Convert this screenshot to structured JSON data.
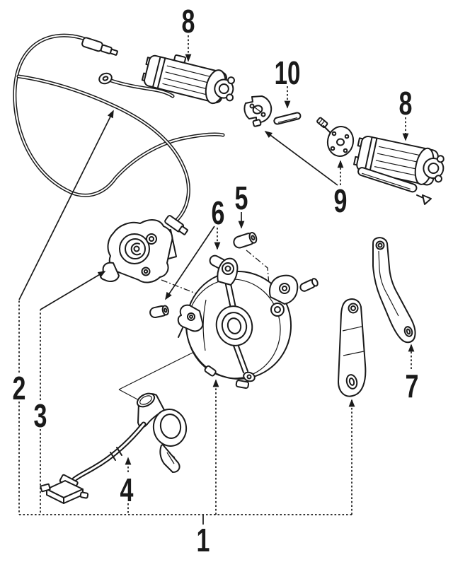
{
  "figure": {
    "type": "exploded-parts-line-diagram",
    "ink_color": "#1a1a1a",
    "background_color": "#ffffff",
    "callouts": {
      "c1": "1",
      "c2": "2",
      "c3": "3",
      "c4": "4",
      "c5": "5",
      "c6": "6",
      "c7": "7",
      "c8_top": "8",
      "c8_right": "8",
      "c9": "9",
      "c10": "10"
    }
  }
}
